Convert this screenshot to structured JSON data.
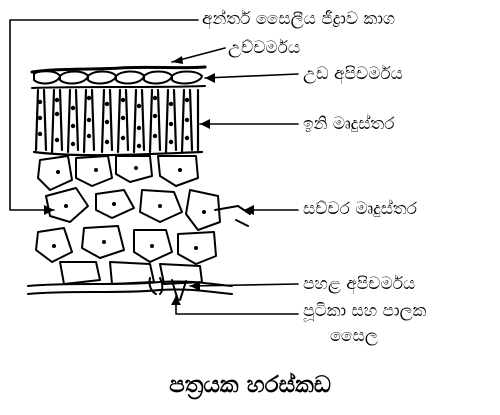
{
  "figure": {
    "caption": "පත්‍රයක හරස්කඩ",
    "labels": {
      "intercellular_spaces": "අන්තර් සෛලීය ජීද්‍රාව කාග",
      "cuticle": "උච්චර්මය",
      "upper_epidermis": "උඩ අපිචර්මය",
      "palisade_mesophyll": "ඉනි මෘදුස්තර",
      "spongy_mesophyll": "සච්චර මෘදුස්තර",
      "lower_epidermis": "පහළ අපිචර්මය",
      "stoma_line1": "පූටිකා සහ පාලක",
      "stoma_line2": "සෛල"
    }
  }
}
